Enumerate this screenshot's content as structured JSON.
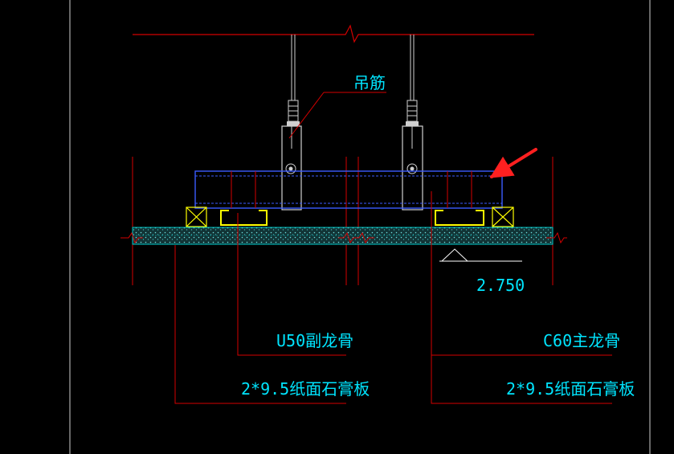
{
  "drawing": {
    "labels": {
      "hanger": "吊筋",
      "elevation": "2.750",
      "u50_runner": "U50副龙骨",
      "c60_main": "C60主龙骨",
      "gypsum_left": "2*9.5纸面石膏板",
      "gypsum_right": "2*9.5纸面石膏板"
    },
    "colors": {
      "background": "#000000",
      "leader": "#d40000",
      "text": "#00e5ff",
      "rod": "#d0d0d0",
      "channel": "#3b5bff",
      "stud": "#ffff00",
      "board_fill": "#2b5f60",
      "board_edge": "#00c8c8",
      "arrow": "#ff2020",
      "frame": "#cfcfcf"
    }
  }
}
